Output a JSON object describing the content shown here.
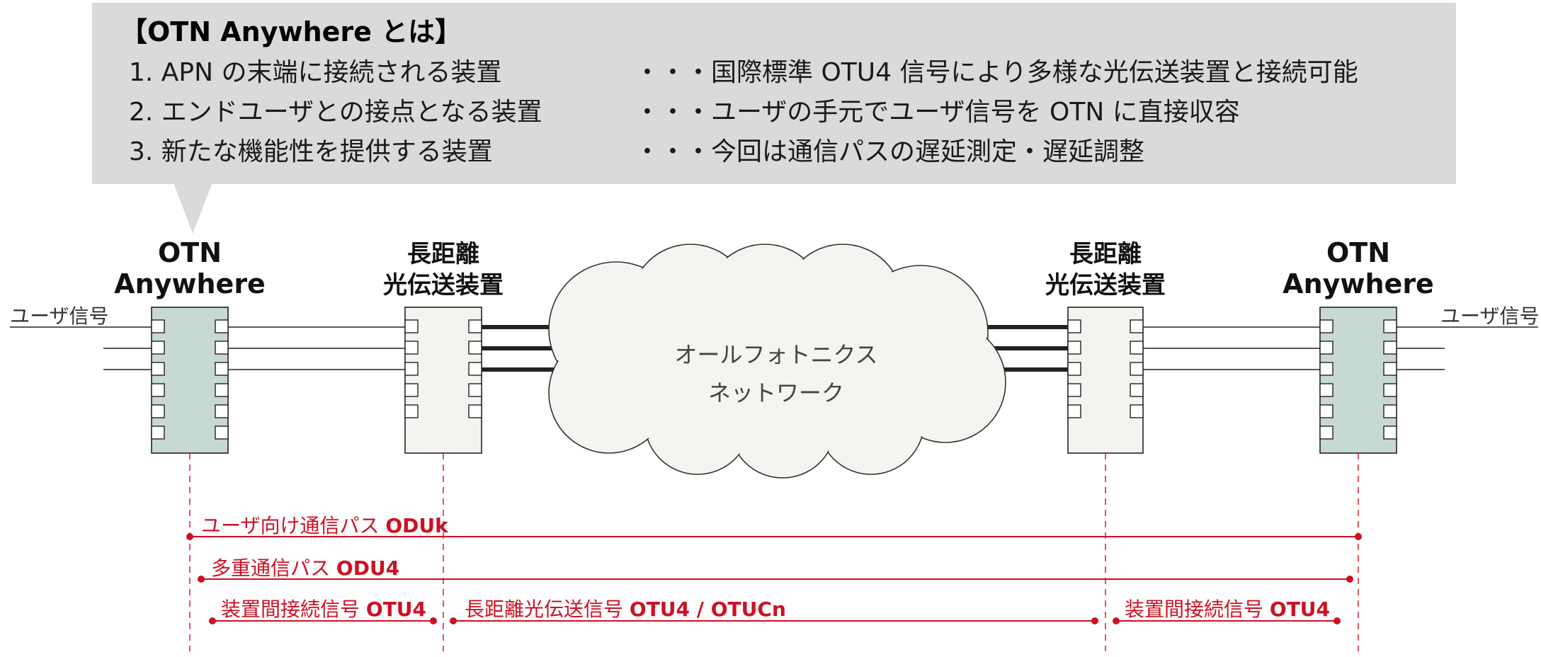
{
  "callout": {
    "title": "【OTN Anywhere とは】",
    "items": [
      {
        "text": "1.  APN の末端に接続される装置",
        "desc": "・・・国際標準 OTU4 信号により多様な光伝送装置と接続可能"
      },
      {
        "text": "2.  エンドユーザとの接点となる装置",
        "desc": "・・・ユーザの手元でユーザ信号を OTN に直接収容"
      },
      {
        "text": "3.  新たな機能性を提供する装置",
        "desc": "・・・今回は通信パスの遅延測定・遅延調整"
      }
    ]
  },
  "devices": {
    "otn_left": {
      "line1": "OTN",
      "line2": "Anywhere"
    },
    "lh_left": {
      "line1": "長距離",
      "line2": "光伝送装置"
    },
    "lh_right": {
      "line1": "長距離",
      "line2": "光伝送装置"
    },
    "otn_right": {
      "line1": "OTN",
      "line2": "Anywhere"
    }
  },
  "user_signal": {
    "left": "ユーザ信号",
    "right": "ユーザ信号"
  },
  "cloud": {
    "line1": "オールフォトニクス",
    "line2": "ネットワーク"
  },
  "paths": {
    "oduk": {
      "prefix": "ユーザ向け通信パス ",
      "bold": "ODUk"
    },
    "odu4": {
      "prefix": "多重通信パス ",
      "bold": "ODU4"
    },
    "otu4_left": {
      "prefix": "装置間接続信号 ",
      "bold": "OTU4"
    },
    "otu4_long": {
      "prefix": "長距離光伝送信号 ",
      "bold": "OTU4 / OTUCn"
    },
    "otu4_right": {
      "prefix": "装置間接続信号 ",
      "bold": "OTU4"
    }
  },
  "colors": {
    "callout_bg": "#dadada",
    "otn_box": "#c8d9d2",
    "lh_box": "#f5f3ef",
    "cloud_fill": "#f6f4f1",
    "path_red": "#cc1122"
  }
}
